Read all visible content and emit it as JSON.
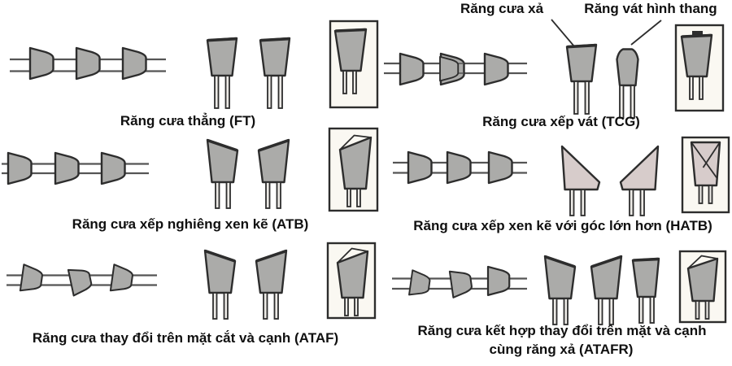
{
  "title": "Saw blade tooth grind types diagram",
  "colors": {
    "gray": "#ababa9",
    "pink": "#d7cccb",
    "ink": "#2d2d2d",
    "line": "#555555",
    "boxfill": "#faf8f2",
    "legfill": "#eceae6",
    "text": "#101010",
    "bg": "#ffffff"
  },
  "annotations": {
    "labels": [
      {
        "text": "Răng cưa xả"
      },
      {
        "text": "Răng vát hình thang"
      }
    ]
  },
  "panels": [
    {
      "id": "FT",
      "caption": "Răng cưa thẳng (FT)"
    },
    {
      "id": "TCG",
      "caption": "Răng cưa xếp vát (TCG)"
    },
    {
      "id": "ATB",
      "caption": "Răng cưa xếp nghiêng xen kẽ (ATB)"
    },
    {
      "id": "HATB",
      "caption": "Răng cưa xếp xen kẽ với góc lớn hơn (HATB)"
    },
    {
      "id": "ATAF",
      "caption": "Răng cưa thay đổi trên mặt cắt và cạnh (ATAF)"
    },
    {
      "id": "ATAFR",
      "caption_line1": "Răng cưa kết hợp thay đổi trên mặt và cạnh",
      "caption_line2": "cùng răng xả (ATAFR)"
    }
  ]
}
